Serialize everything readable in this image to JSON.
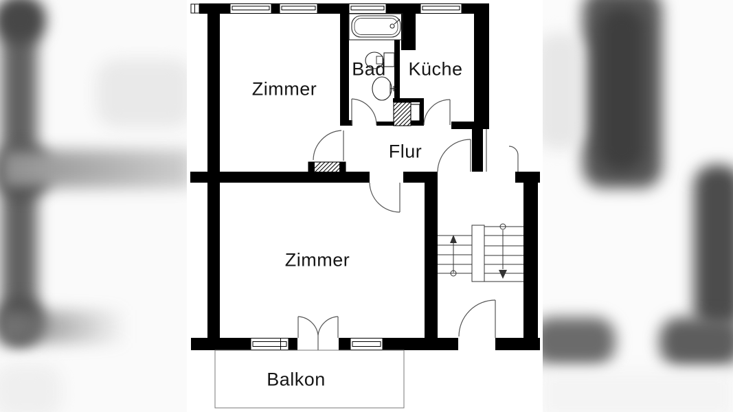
{
  "rooms": {
    "zimmer_top": {
      "label": "Zimmer"
    },
    "bad": {
      "label": "Bad"
    },
    "kueche": {
      "label": "Küche"
    },
    "flur": {
      "label": "Flur"
    },
    "zimmer_main": {
      "label": "Zimmer"
    },
    "balkon": {
      "label": "Balkon"
    }
  },
  "fixtures": {
    "bathtub": "bathtub",
    "toilet": "toilet",
    "sink": "sink",
    "stairs": "staircase with up and down arrows",
    "flue": "hatched chimney block",
    "threshold": "hatched door threshold"
  },
  "colors": {
    "wall": "#000000",
    "background": "#ffffff",
    "label_text": "#161616",
    "thin_line": "#555555"
  }
}
